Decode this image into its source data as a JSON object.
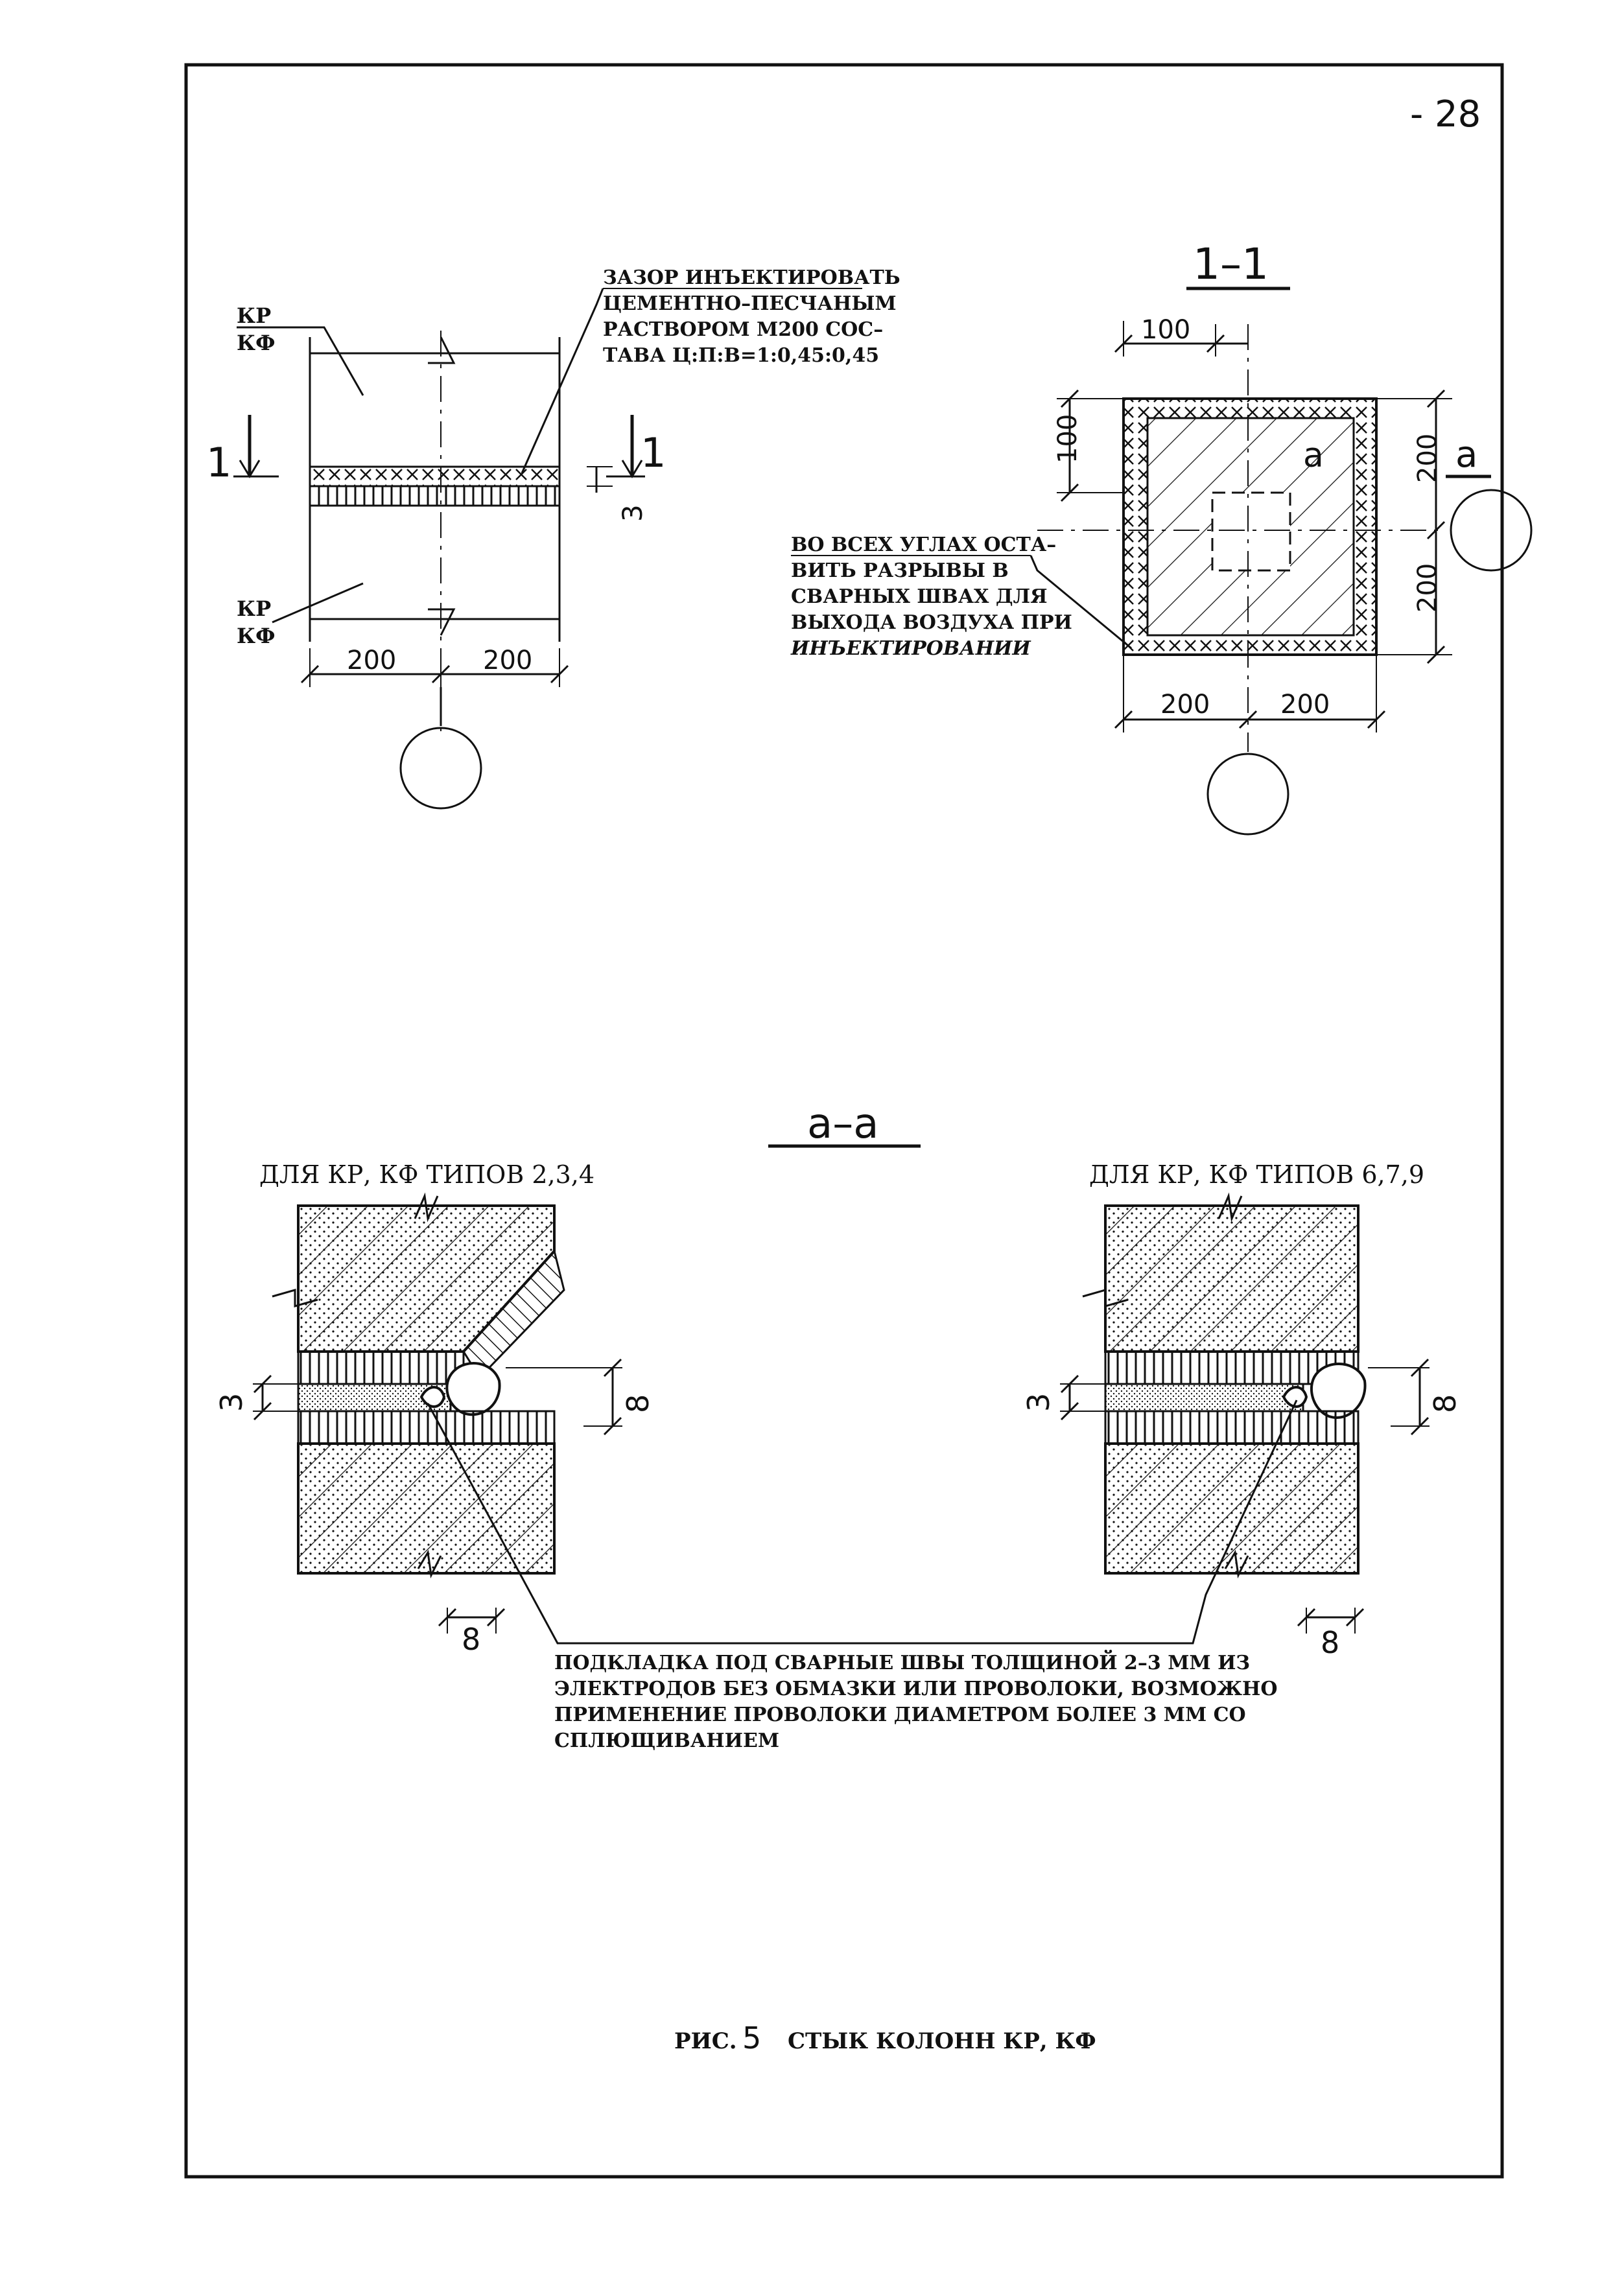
{
  "page_number": "- 28",
  "elevation": {
    "note_lines": [
      "ЗАЗОР ИНЪЕКТИРОВАТЬ",
      "ЦЕМЕНТНО–ПЕСЧАНЫМ",
      "РАСТВОРОМ М200 СОС–",
      "ТАВА Ц:П:В=1:0,45:0,45"
    ],
    "top_label_1": "КР",
    "top_label_2": "КФ",
    "bottom_label_1": "КР",
    "bottom_label_2": "КФ",
    "cut_left": "1",
    "cut_right": "1",
    "gap_dim": "3",
    "dim_left": "200",
    "dim_right": "200"
  },
  "section_1_1": {
    "title": "1–1",
    "dim_top": "100",
    "dim_side": "100",
    "dim_right_top": "200",
    "dim_right_bottom": "200",
    "dim_bottom_left": "200",
    "dim_bottom_right": "200",
    "marker_inner": "а",
    "marker_outer": "а",
    "note_lines": [
      "ВО ВСЕХ УГЛАХ ОСТА–",
      "ВИТЬ РАЗРЫВЫ В",
      "СВАРНЫХ ШВАХ ДЛЯ",
      "ВЫХОДА ВОЗДУХА ПРИ",
      "ИНЪЕКТИРОВАНИИ"
    ]
  },
  "section_a_a": {
    "title": "а–а",
    "left_caption": "ДЛЯ КР, КФ ТИПОВ 2,3,4",
    "right_caption": "ДЛЯ КР, КФ ТИПОВ 6,7,9",
    "dim_gap_left": "3",
    "dim_weld_left": "8",
    "dim_bottom_left": "8",
    "dim_gap_right": "3",
    "dim_weld_right": "8",
    "dim_bottom_right": "8",
    "note_lines": [
      "ПОДКЛАДКА ПОД СВАРНЫЕ ШВЫ ТОЛЩИНОЙ 2–3 ММ ИЗ",
      "ЭЛЕКТРОДОВ БЕЗ ОБМАЗКИ ИЛИ ПРОВОЛОКИ, ВОЗМОЖНО",
      "ПРИМЕНЕНИЕ ПРОВОЛОКИ ДИАМЕТРОМ БОЛЕЕ 3 ММ СО",
      "СПЛЮЩИВАНИЕМ"
    ]
  },
  "caption": {
    "prefix": "РИС.",
    "number": "5",
    "text": "СТЫК КОЛОНН КР, КФ"
  }
}
